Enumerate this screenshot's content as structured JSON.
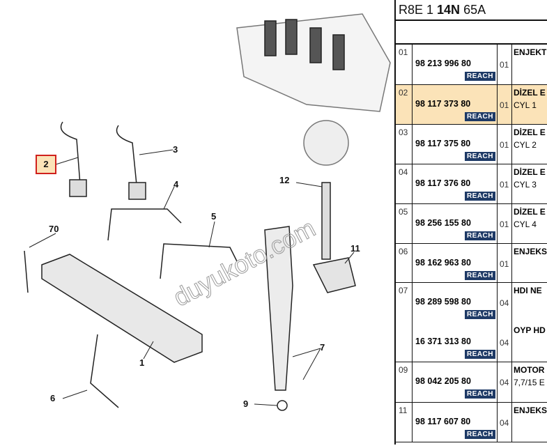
{
  "diagram": {
    "watermark": "duyukoto.com",
    "callouts": [
      {
        "id": "2",
        "selected": true
      },
      {
        "id": "3"
      },
      {
        "id": "4"
      },
      {
        "id": "70"
      },
      {
        "id": "5"
      },
      {
        "id": "12"
      },
      {
        "id": "11"
      },
      {
        "id": "1"
      },
      {
        "id": "7"
      },
      {
        "id": "6"
      },
      {
        "id": "9"
      }
    ]
  },
  "panel": {
    "title_prefix": "R8E 1 ",
    "title_bold": "14N",
    "title_suffix": " 65A",
    "reach_label": "REACH",
    "rows": [
      {
        "ref": "01",
        "parts": [
          {
            "pn": "98 213 996 80",
            "qty": "01",
            "desc1": "ENJEKT",
            "desc2": ""
          }
        ]
      },
      {
        "ref": "02",
        "selected": true,
        "parts": [
          {
            "pn": "98 117 373 80",
            "qty": "01",
            "desc1": "DİZEL E",
            "desc2": "CYL 1"
          }
        ]
      },
      {
        "ref": "03",
        "parts": [
          {
            "pn": "98 117 375 80",
            "qty": "01",
            "desc1": "DİZEL E",
            "desc2": "CYL 2"
          }
        ]
      },
      {
        "ref": "04",
        "parts": [
          {
            "pn": "98 117 376 80",
            "qty": "01",
            "desc1": "DİZEL E",
            "desc2": "CYL 3"
          }
        ]
      },
      {
        "ref": "05",
        "parts": [
          {
            "pn": "98 256 155 80",
            "qty": "01",
            "desc1": "DİZEL E",
            "desc2": "CYL 4"
          }
        ]
      },
      {
        "ref": "06",
        "parts": [
          {
            "pn": "98 162 963 80",
            "qty": "01",
            "desc1": "ENJEKS",
            "desc2": ""
          }
        ]
      },
      {
        "ref": "07",
        "parts": [
          {
            "pn": "98 289 598 80",
            "qty": "04",
            "desc1": "HDI NE",
            "desc2": ""
          },
          {
            "pn": "16 371 313 80",
            "qty": "04",
            "desc1": "OYP HD",
            "desc2": ""
          }
        ]
      },
      {
        "ref": "09",
        "parts": [
          {
            "pn": "98 042 205 80",
            "qty": "04",
            "desc1": "MOTOR",
            "desc2": "7,7/15 E"
          }
        ]
      },
      {
        "ref": "11",
        "parts": [
          {
            "pn": "98 117 607 80",
            "qty": "04",
            "desc1": "ENJEKS",
            "desc2": ""
          }
        ]
      }
    ]
  }
}
